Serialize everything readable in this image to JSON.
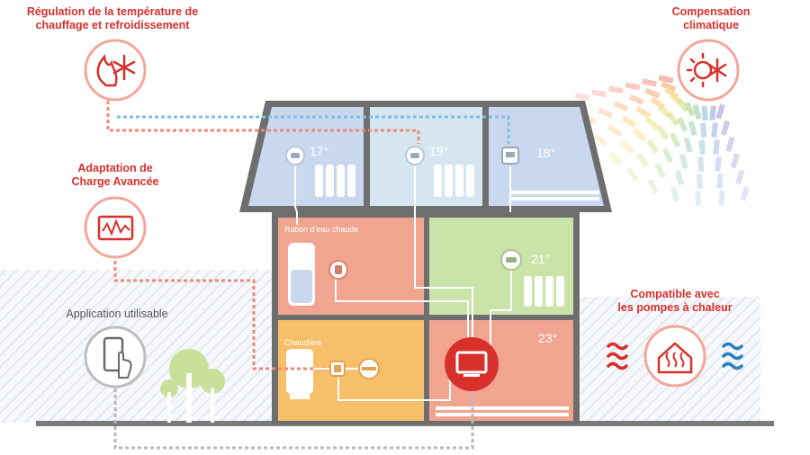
{
  "features": {
    "regulation": "Régulation de la température de\nchauffage et refroidissement",
    "compensation": "Compensation\nclimatique",
    "adaptation": "Adaptation de\nCharge Avancée",
    "application": "Application utilisable",
    "heatpump": "Compatible avec\nles pompes à chaleur"
  },
  "rooms": {
    "attic_left_temp": "17°",
    "attic_mid_temp": "19°",
    "attic_right_temp": "18°",
    "hot_water_label": "Ration d'eau chaude",
    "green_room_temp": "21°",
    "boiler_label": "Chaudière",
    "control_room_temp": "23°"
  },
  "colors": {
    "accent": "#d8302b",
    "roof_room": "#c9d8ee",
    "roof_room_mid": "#d5e6f0",
    "salmon_room": "#f1a591",
    "green_room": "#c9e3a8",
    "orange_room": "#f8bf6a",
    "house_frame": "#6e6e6e",
    "tree": "#c9e09a"
  },
  "icons": {
    "regulation": "snowflake-flame-icon",
    "compensation": "sun-snowflake-icon",
    "adaptation": "waveform-monitor-icon",
    "application": "phone-touch-icon",
    "heatpump": "house-heat-icon",
    "controller": "display-controller-icon"
  }
}
